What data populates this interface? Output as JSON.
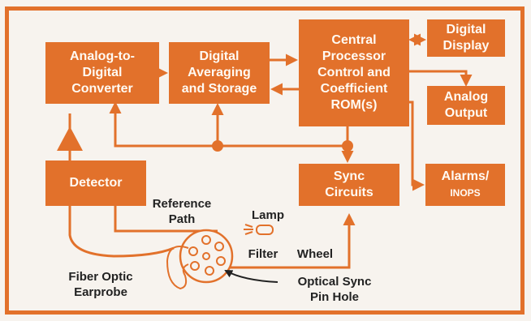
{
  "blocks": {
    "adc": "Analog-to-\nDigital\nConverter",
    "avg": "Digital\nAveraging\nand Storage",
    "cpu": "Central\nProcessor\nControl and\nCoefficient\nROM(s)",
    "display": "Digital\nDisplay",
    "analog_out": "Analog\nOutput",
    "alarms_main": "Alarms/",
    "alarms_sub": "INOPS",
    "detector": "Detector",
    "sync": "Sync\nCircuits"
  },
  "labels": {
    "reference_path": "Reference\nPath",
    "lamp": "Lamp",
    "filter": "Filter",
    "wheel": "Wheel",
    "fiber_optic": "Fiber Optic\nEarprobe",
    "optical_sync": "Optical Sync\nPin Hole"
  },
  "colors": {
    "accent": "#e2712b",
    "background": "#f7f3ee",
    "text": "#222222"
  }
}
